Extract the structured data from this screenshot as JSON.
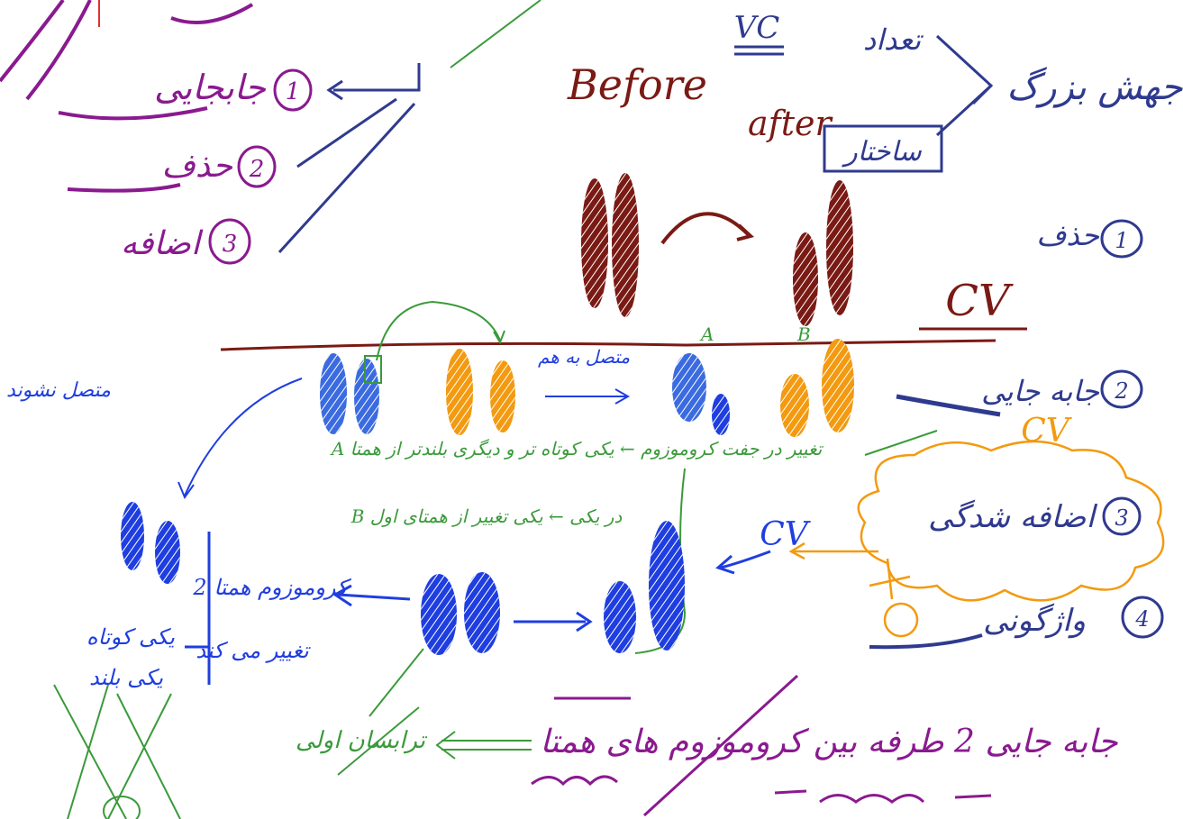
{
  "colors": {
    "purple": "#8a1a8f",
    "navy": "#2f3a8f",
    "maroon": "#7a1a14",
    "blue": "#1f3ee0",
    "lightblue": "#3b6be0",
    "orange": "#f39a10",
    "green": "#3a9a3a"
  },
  "labels": {
    "vc": "VC",
    "tedad": "تعداد",
    "jahesh_bozorg": "جهش بزرگ",
    "sakhtar": "ساختار",
    "before": "Before",
    "after": "after",
    "hazf_1": "حذف",
    "cv_1": "CV",
    "jabejai_2": "جابه جایی",
    "cv_2": "CV",
    "ezafe_3": "اضافه شدگی",
    "vajgooni_4": "واژگونی",
    "cv_3": "CV",
    "top_jabejai": "جابجایی",
    "top_hazf": "حذف",
    "top_ezafe": "اضافه",
    "num_1": "1",
    "num_2": "2",
    "num_3": "3",
    "num_4": "4",
    "mark_a": "A",
    "mark_b": "B",
    "motasel_nashodeh": "متصل نشوند",
    "motasel_be_ham": "متصل به هم",
    "changes_a": "A تغییر در جفت کروموزوم ← یکی کوتاه تر و دیگری بلندتر از همتا",
    "changes_b": "B در یکی ← یکی تغییر از همتای اول",
    "two_chrom": "2 کروموزوم همتا",
    "change_made": "تغییر می کند",
    "one_short": "یکی کوتاه",
    "one_long": "یکی بلند",
    "transfer_line": "جابه جایی 2 طرفه بین کروموزوم های همتا",
    "tarabasi": "ترابسان اولی"
  }
}
